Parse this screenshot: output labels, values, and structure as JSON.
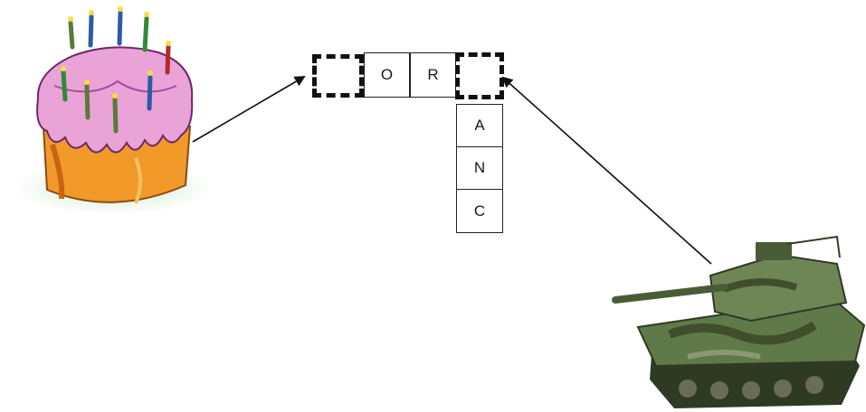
{
  "puzzle": {
    "row_letters": [
      "O",
      "R"
    ],
    "column_letters": [
      "A",
      "N",
      "C"
    ]
  },
  "pictures": {
    "left": "birthday-cake",
    "right": "army-tank"
  },
  "colors": {
    "frosting": "#e9a3d6",
    "cake": "#f19a2a",
    "tank": "#5f7a48",
    "stroke": "#111111"
  }
}
